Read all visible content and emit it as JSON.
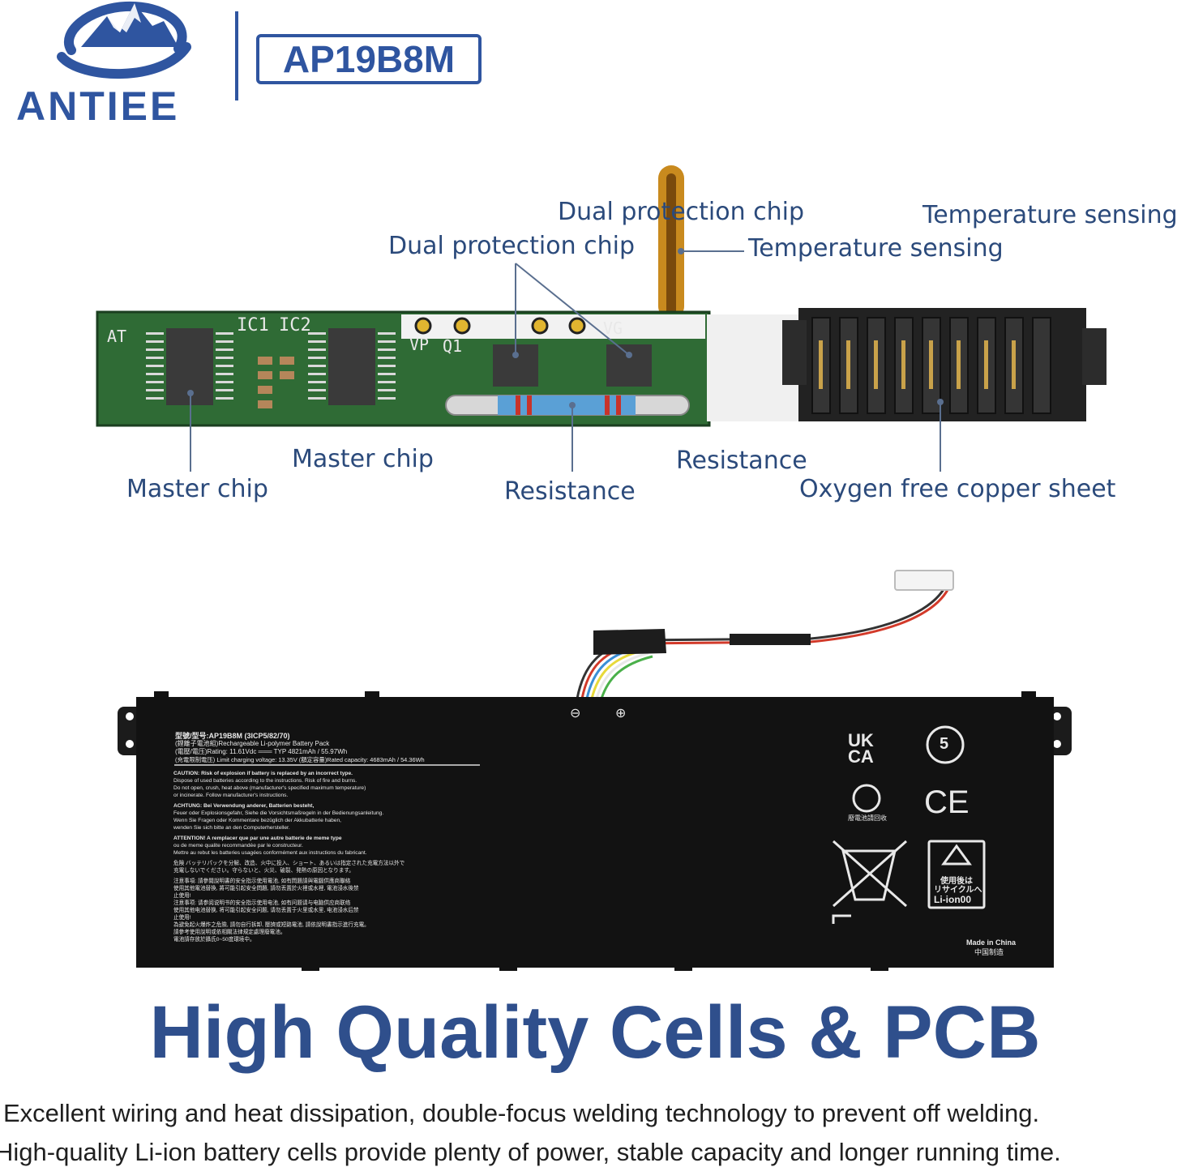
{
  "brand": {
    "name": "ANTIEE",
    "model": "AP19B8M"
  },
  "pcb_labels": {
    "dual_protection_chip": "Dual protection chip",
    "temperature_sensing": "Temperature sensing",
    "master_chip": "Master chip",
    "resistance": "Resistance",
    "oxygen_free_copper_sheet": "Oxygen free copper sheet",
    "silk_ic1": "IC1",
    "silk_ic2": "IC2",
    "silk_at": "AT",
    "silk_vp": "VP",
    "silk_q1": "Q1",
    "silk_vg": "VG"
  },
  "battery_label": {
    "line1": "型號/型号:AP19B8M      (3ICP5/82/70)",
    "line2": "(鋰離子電池組)Rechargeable Li-polymer Battery Pack",
    "line3": "(電壓/電压)Rating: 11.61Vdc ═══          TYP 4821mAh / 55.97Wh",
    "line4": "(充電限制電压) Limit charging voltage: 13.35V   (額定容量)Rated capacity: 4683mAh / 54.36Wh",
    "caution": "CAUTION: Risk of explosion if battery is replaced by an incorrect type.",
    "caution2": "Dispose of used batteries according to the instructions. Risk of fire and burns.",
    "caution3": "Do not open, crush, heat above (manufacturer's specified maximum temperature)",
    "caution4": "or incinerate. Follow manufacturer's instructions.",
    "achtung": "ACHTUNG: Bei Verwendung anderer, Batterien besteht,",
    "achtung2": "Feuer oder Explosionsgefahr, Siehe die Vorsichtsmaßregeln in der Bedienungsanleitung.",
    "achtung3": "Wenn Sie Fragen oder Kommentare bezüglich der Akkubatterie haben,",
    "achtung4": "wenden Sie sich bitte an den Computerhersteller.",
    "attention": "ATTENTION! A remplacer que par une autre batterie de meme type",
    "attention2": "ou de meme qualite recommandée par le constructeur.",
    "attention3": "Mettre au rebut les batteries usagées conformément aux instructions du fabricant.",
    "jp1": "危険 バッテリパックを分解、改造、火中に投入、ショート、あるいは指定された充電方法以外で",
    "jp2": "充電しないでください。守らないと、火災、破裂、発熱の原因となります。",
    "zh1": "注意事項: 請參閱說明書的安全指示使用電池, 如有問題請與電腦供應商聯絡",
    "zh2": "使用其他電池替換, 將可能引起安全問題, 請勿丟置於火裡或水裡, 電池浸水後禁",
    "zh3": "止使用!",
    "zh4": "注意事项: 请参阅说明书的安全指示使用电池, 如有问题请与电脑供应商联络",
    "zh5": "使用其他电池替换, 将可能引起安全问题, 请勿丢置于火里或水里, 电池浸水后禁",
    "zh6": "止使用!",
    "zh7": "為避免起火爆炸之危險, 請勿自行拆卸, 壓擠或短路電池, 請依說明書指示進行充電。",
    "zh8": "請參考使用說明或依相關法律規定處理廢電池。",
    "zh9": "電池請存放於攝氏0~50度環境中。",
    "ukca_top": "UK",
    "ukca_bottom": "CA",
    "cycle_number": "5",
    "ce": "CE",
    "recycle_cn": "廢電池請回收",
    "jp_recycle1": "使用後は",
    "jp_recycle2": "リサイクルへ",
    "jp_recycle3": "Li-ion00",
    "made_in": "Made in China",
    "made_in_cn": "中国制造",
    "minus": "⊖",
    "plus": "⊕"
  },
  "headline": "High Quality Cells & PCB",
  "description": [
    "Excellent wiring and heat dissipation, double-focus welding technology to prevent off welding.",
    "High-quality Li-ion battery cells provide plenty of power, stable capacity and longer running time."
  ],
  "colors": {
    "brand_blue": "#2f55a0",
    "label_blue": "#2b4a7b",
    "headline_blue": "#2f4f8c",
    "pcb_green": "#2f6b35"
  }
}
